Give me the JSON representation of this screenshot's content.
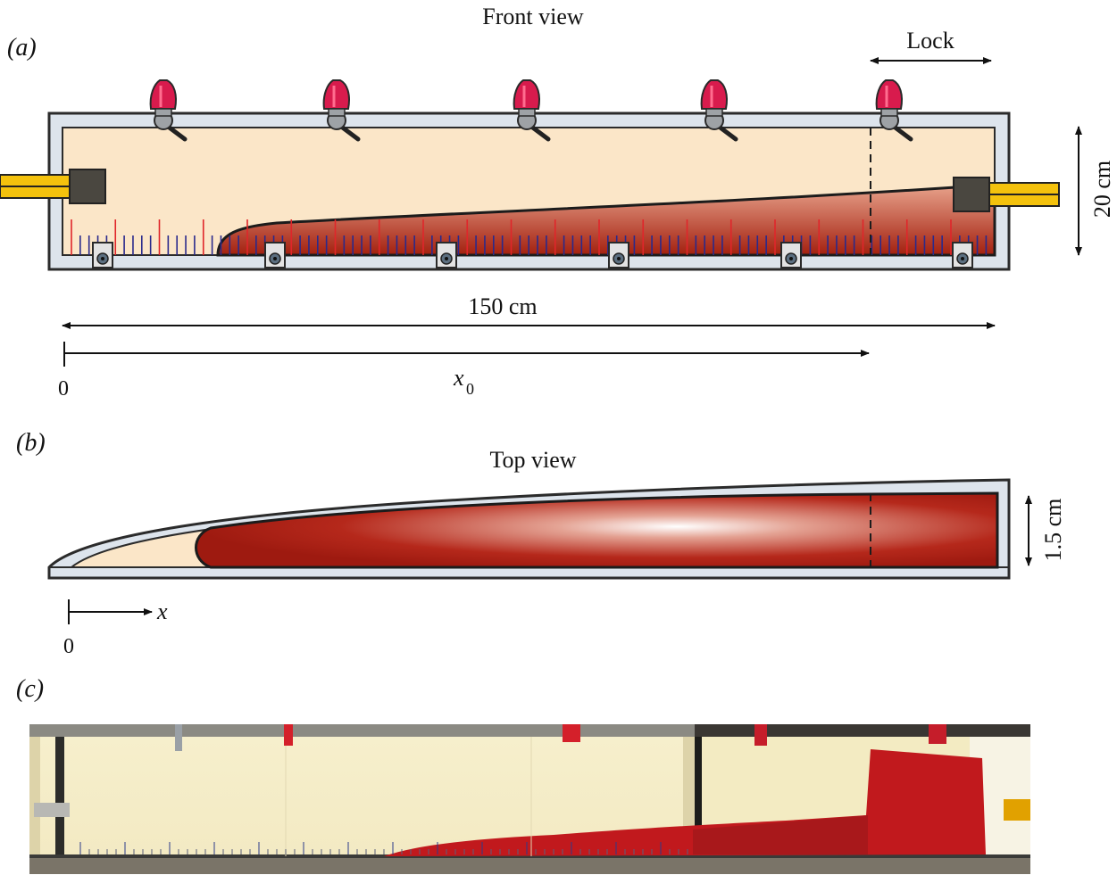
{
  "panels": {
    "a": {
      "label": "(a)",
      "title": "Front view",
      "lock_label": "Lock",
      "height_label": "20 cm",
      "length_label": "150 cm",
      "origin_label": "0",
      "x0_symbol": "x",
      "x0_sub": "0"
    },
    "b": {
      "label": "(b)",
      "title": "Top view",
      "width_label": "1.5 cm",
      "origin_label": "0",
      "axis_label": "x"
    },
    "c": {
      "label": "(c)"
    }
  },
  "colors": {
    "frame": "#dde4ec",
    "water": "#fbe6c8",
    "fluid_dark": "#b01e16",
    "fluid_light": "#f6c8b2",
    "knob": "#d81b4d",
    "rod": "#f4c20d"
  }
}
